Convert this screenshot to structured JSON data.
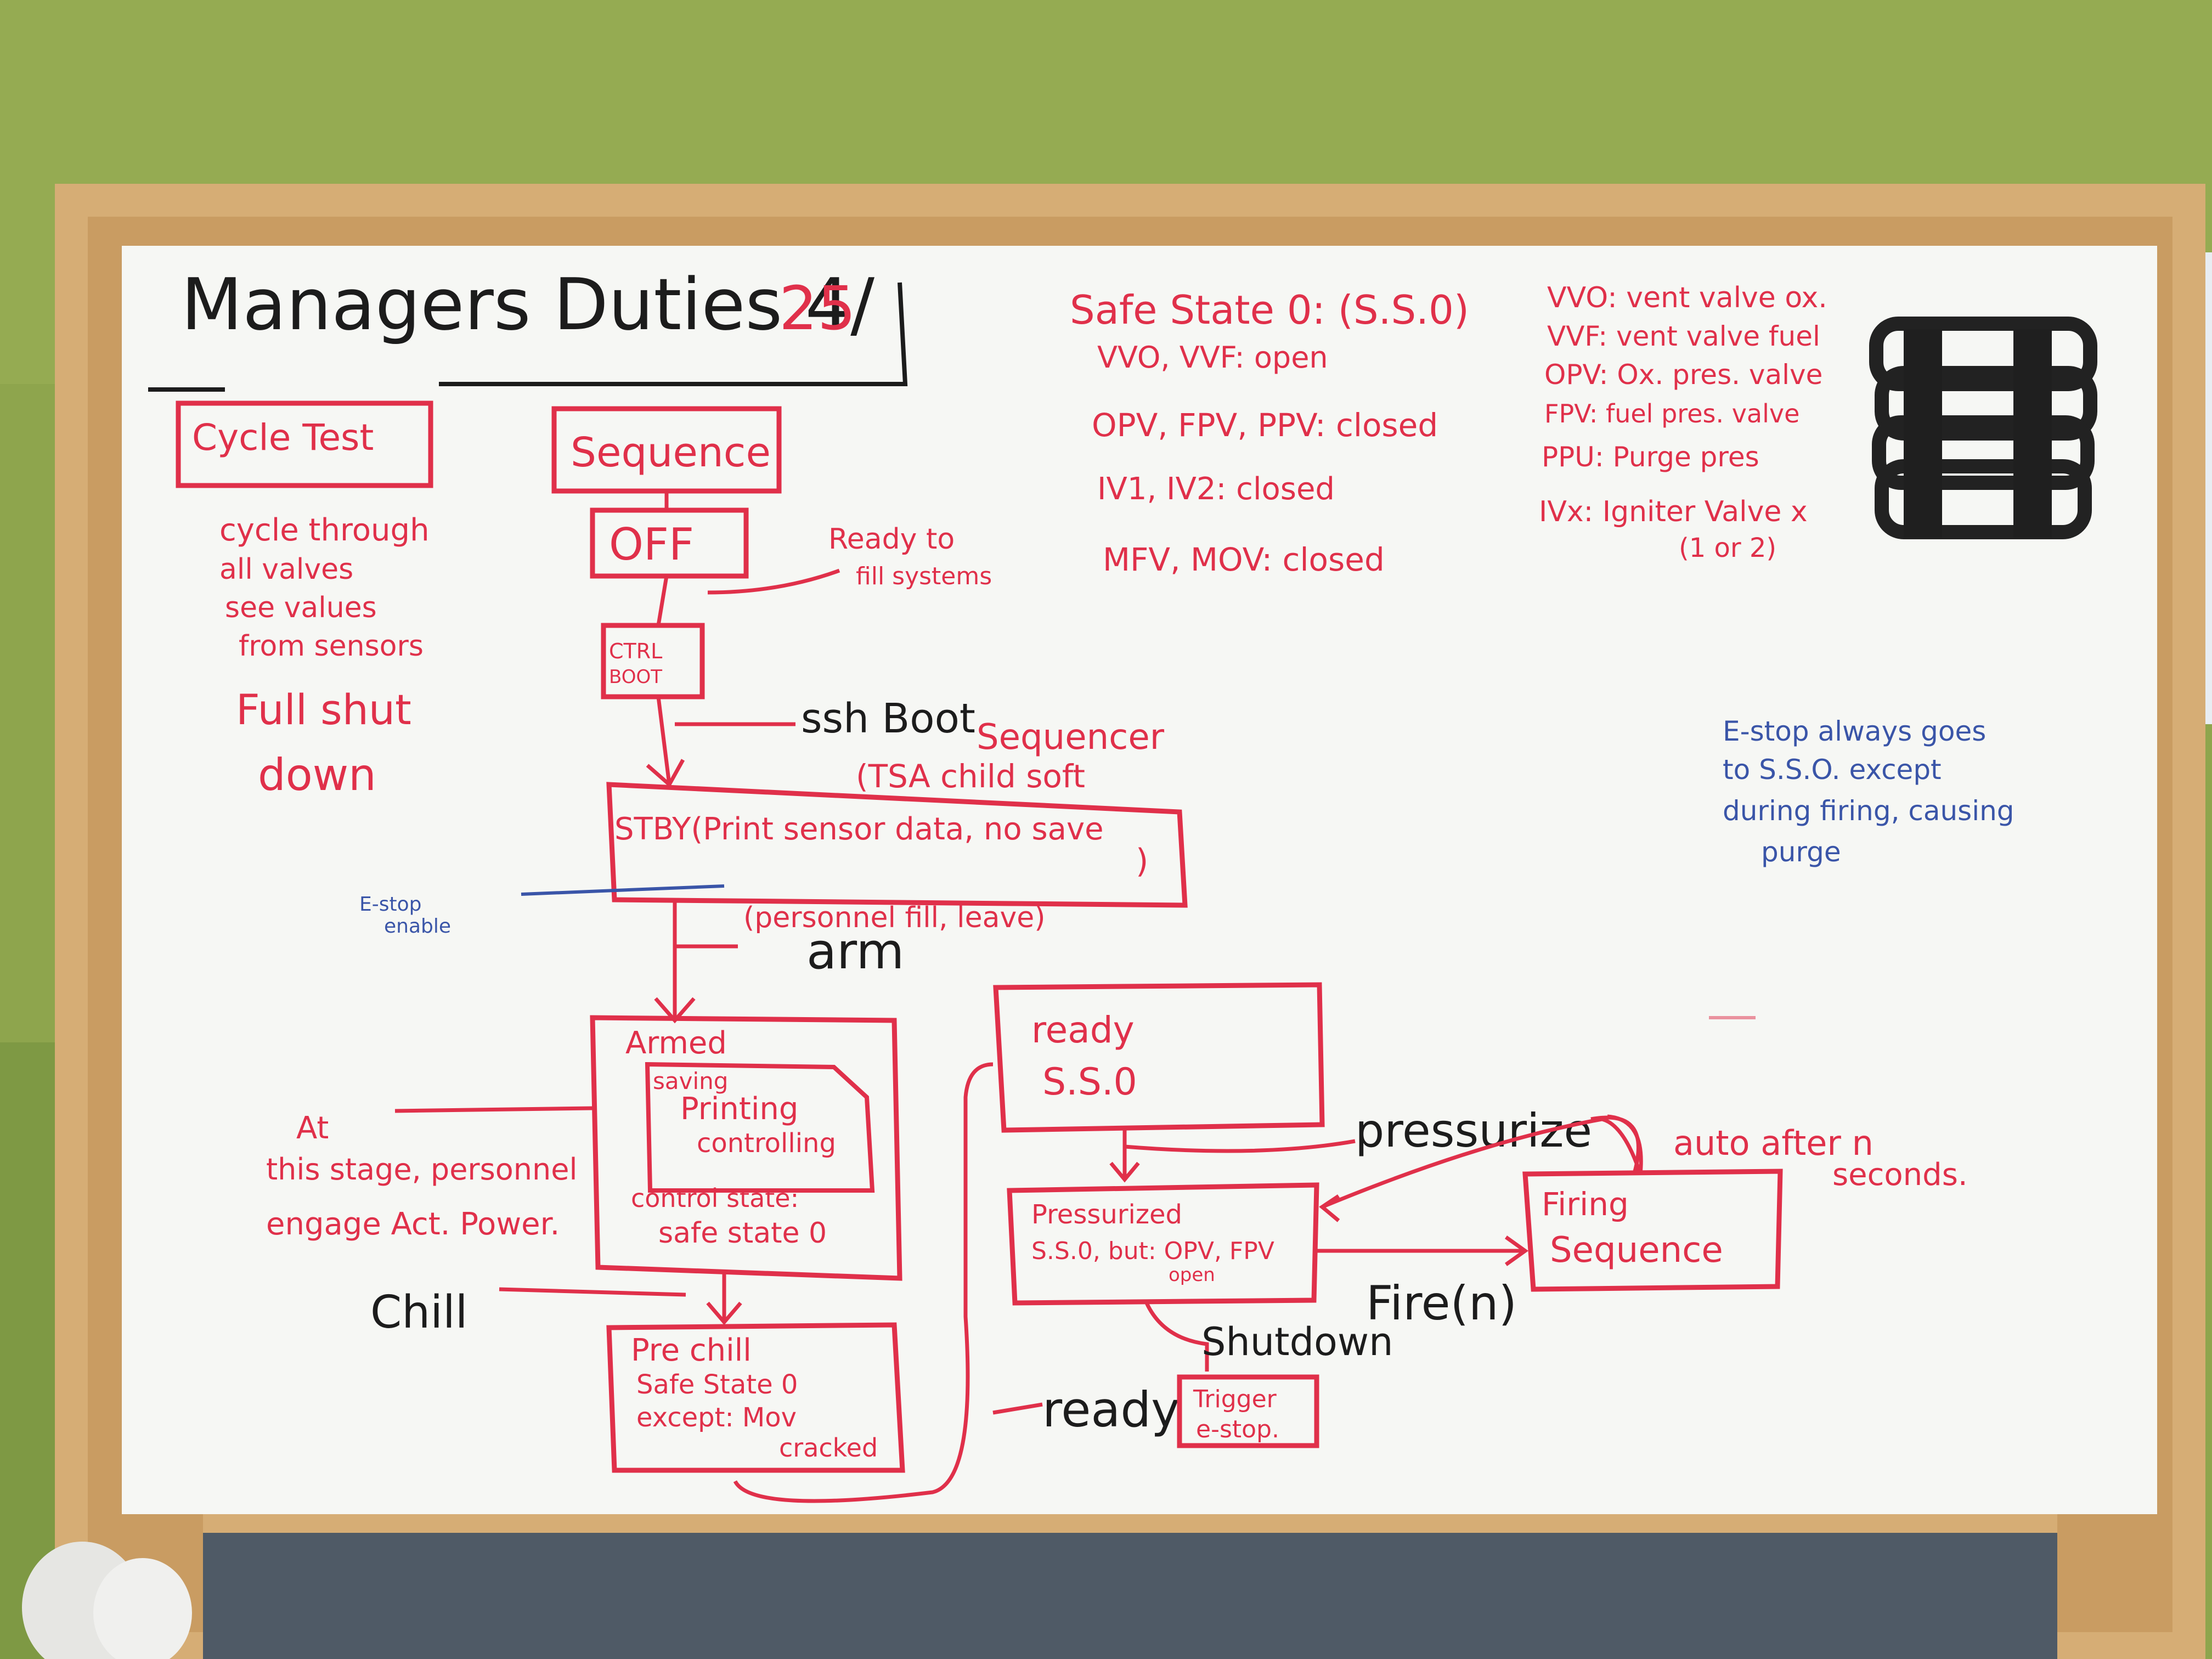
{
  "board": {
    "title": {
      "main": "Managers Duties 4/",
      "day": "25"
    }
  },
  "cycle_test": {
    "heading": "Cycle Test",
    "lines": [
      "cycle through",
      "all valves",
      "see values",
      "from sensors",
      "Full shut",
      "down"
    ]
  },
  "sequence": {
    "heading": "Sequence",
    "off": "OFF",
    "ready_to_fill": [
      "Ready to",
      "fill systems"
    ],
    "ctrl_boot": [
      "CTRL",
      "BOOT"
    ],
    "ssh_boot": "ssh Boot",
    "sequencer_note": [
      "Sequencer",
      "(TSA child soft"
    ],
    "stby": [
      "STBY(Print sensor data, no save",
      ")"
    ],
    "estop_enable": [
      "E-stop",
      "enable"
    ],
    "arm_note": "(personnel fill, leave)",
    "arm": "arm"
  },
  "armed": {
    "heading": "Armed",
    "inner": [
      "saving",
      "Printing",
      "controlling"
    ],
    "state": [
      "control state:",
      "safe state 0"
    ]
  },
  "personnel_note": [
    "At",
    "this stage, personnel",
    "engage Act. Power."
  ],
  "chill": "Chill",
  "prechill": {
    "lines": [
      "Pre chill",
      "Safe State 0",
      "except: Mov",
      "cracked"
    ]
  },
  "ready_box": {
    "lines": [
      "ready",
      "S.S.0"
    ]
  },
  "ready_label": "ready",
  "pressurize": "pressurize",
  "pressurized": {
    "lines": [
      "Pressurized",
      "S.S.0, but: OPV, FPV",
      "open"
    ]
  },
  "firing": {
    "lines": [
      "Firing",
      "Sequence"
    ]
  },
  "fire": "Fire(n)",
  "auto_note": [
    "auto after n",
    "seconds."
  ],
  "shutdown": "Shutdown",
  "trigger": {
    "lines": [
      "Trigger",
      "e-stop."
    ]
  },
  "safe_state": {
    "heading": "Safe State 0: (S.S.0)",
    "lines": [
      "VVO, VVF: open",
      "OPV, FPV, PPV: closed",
      "IV1, IV2: closed",
      "MFV, MOV: closed"
    ]
  },
  "legend": {
    "lines": [
      "VVO: vent valve ox.",
      "VVF: vent valve fuel",
      "OPV: Ox. pres. valve",
      "FPV: fuel pres. valve",
      "PPU: Purge pres",
      "IVx: Igniter Valve x",
      "(1 or 2)"
    ]
  },
  "estop_note": [
    "E-stop always goes",
    "to S.S.O. except",
    "during firing, causing",
    "purge"
  ],
  "colors": {
    "wall": "#8fa84e",
    "frame": "#d8b07a",
    "board": "#f6f7f4",
    "red_marker": "#e0304a",
    "black_marker": "#1c1c1c",
    "blue_marker": "#3a55a8",
    "clip": "#222222",
    "felt": "#4f5a66"
  }
}
